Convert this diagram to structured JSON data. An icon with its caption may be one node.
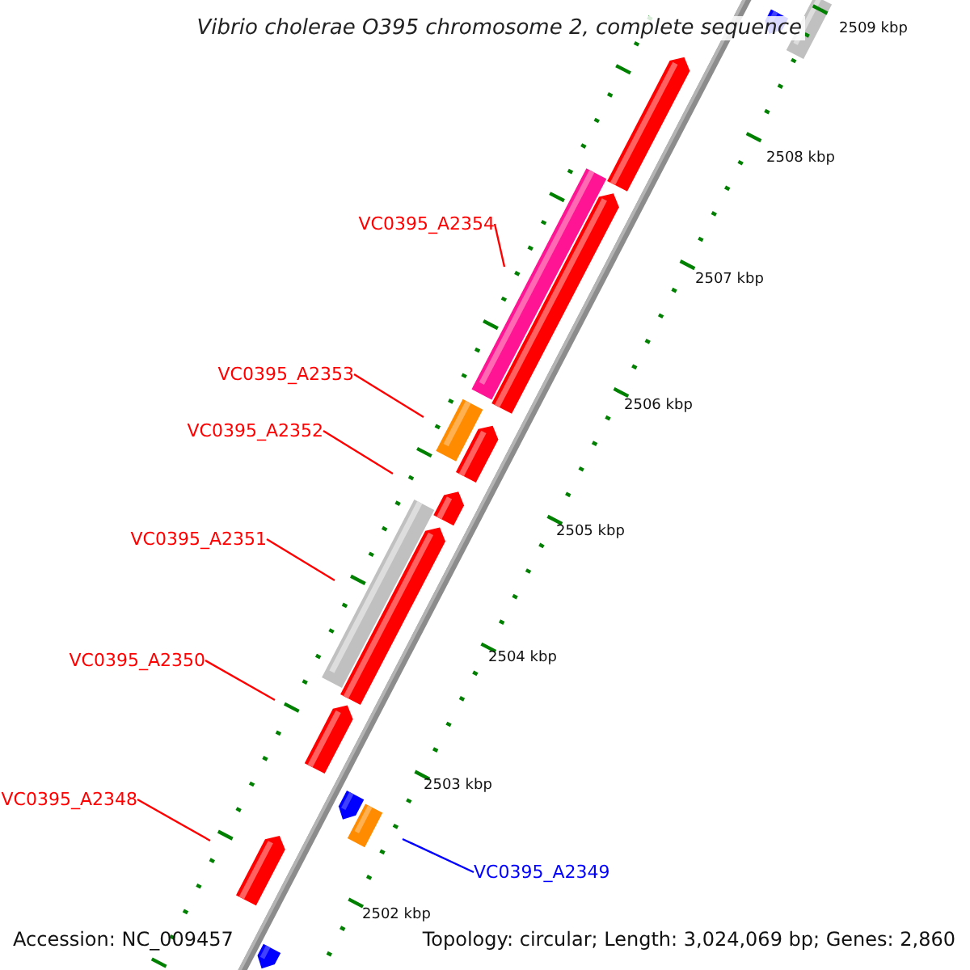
{
  "diagram": {
    "title": "Vibrio cholerae O395 chromosome 2, complete sequence",
    "nodes": [
      {
        "text": [
          "VC0395_A2354"
        ]
      },
      {
        "text": [
          "VC0395_A2353"
        ]
      },
      {
        "text": [
          "VC0395_A2352"
        ]
      },
      {
        "text": [
          "VC0395_A2351"
        ]
      },
      {
        "text": [
          "VC0395_A2350"
        ]
      },
      {
        "text": [
          "VC0395_A2348"
        ]
      },
      {
        "text": [
          "VC0395_A2349"
        ]
      }
    ],
    "edges": [
      {
        "from": 0,
        "to": null,
        "arrow": "none"
      },
      {
        "from": 1,
        "to": null,
        "arrow": "none"
      },
      {
        "from": 2,
        "to": null,
        "arrow": "none"
      },
      {
        "from": 3,
        "to": null,
        "arrow": "none"
      },
      {
        "from": 4,
        "to": null,
        "arrow": "none"
      },
      {
        "from": 5,
        "to": null,
        "arrow": "none"
      },
      {
        "from": 6,
        "to": null,
        "arrow": "none",
        "color": "#0000ff"
      }
    ],
    "labels": [
      "2509 kbp",
      "2508 kbp",
      "2507 kbp",
      "2506 kbp",
      "2505 kbp",
      "2504 kbp",
      "2503 kbp",
      "2502 kbp",
      "Accession: NC_009457",
      "Topology: circular; Length: 3,024,069 bp; Genes: 2,860"
    ]
  }
}
